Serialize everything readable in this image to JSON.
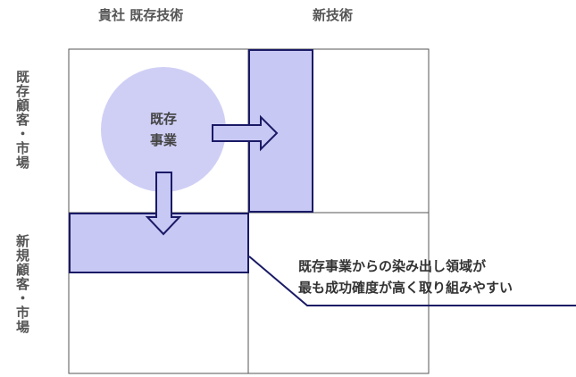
{
  "columns": {
    "existing_tech": "貴社 既存技術",
    "new_tech": "新技術"
  },
  "rows": {
    "existing_market": "既存顧客・市場",
    "new_market": "新規顧客・市場"
  },
  "core": {
    "line1": "既存",
    "line2": "事業"
  },
  "callout": {
    "line1": "既存事業からの染み出し領域が",
    "line2": "最も成功確度が高く取り組みやすい"
  },
  "colors": {
    "grid": "#555555",
    "fill": "#c8c8f4",
    "circle": "#cfcff6",
    "stroke": "#1a1a66"
  }
}
